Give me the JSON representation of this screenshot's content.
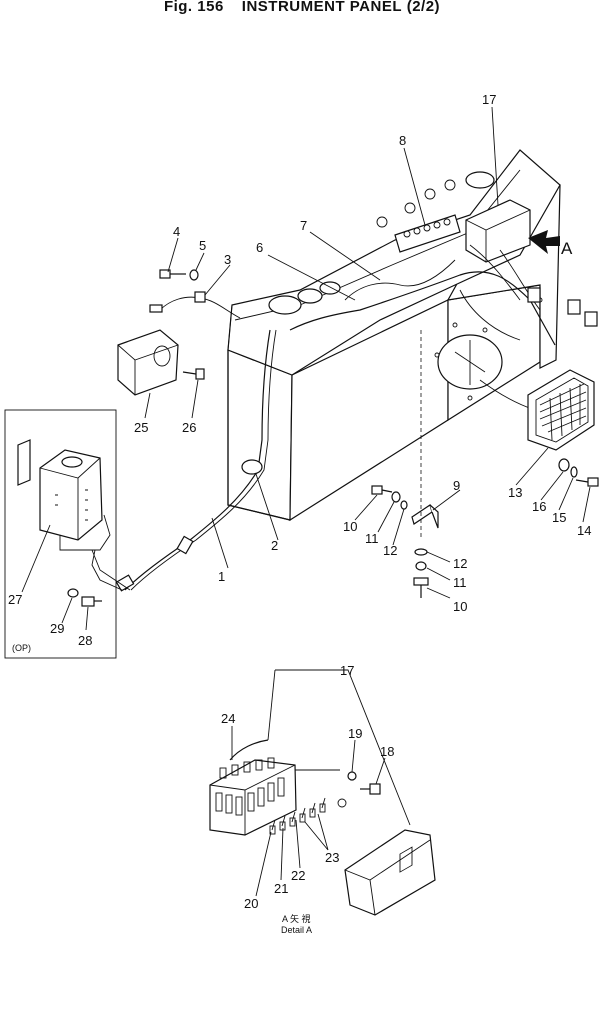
{
  "title": {
    "fig": "Fig. 156",
    "name": "INSTRUMENT PANEL",
    "sheet": "(2/2)"
  },
  "callouts": [
    "1",
    "2",
    "3",
    "4",
    "5",
    "6",
    "7",
    "8",
    "9",
    "10",
    "11",
    "12",
    "13",
    "14",
    "15",
    "16",
    "17",
    "25",
    "26",
    "27",
    "28",
    "29",
    "12",
    "11",
    "10",
    "17",
    "18",
    "19",
    "20",
    "21",
    "22",
    "23",
    "24"
  ],
  "arrow_label": "A",
  "op_box_label": "(OP)",
  "detail": {
    "top": "A  矢  視",
    "bottom": "Detail  A"
  }
}
